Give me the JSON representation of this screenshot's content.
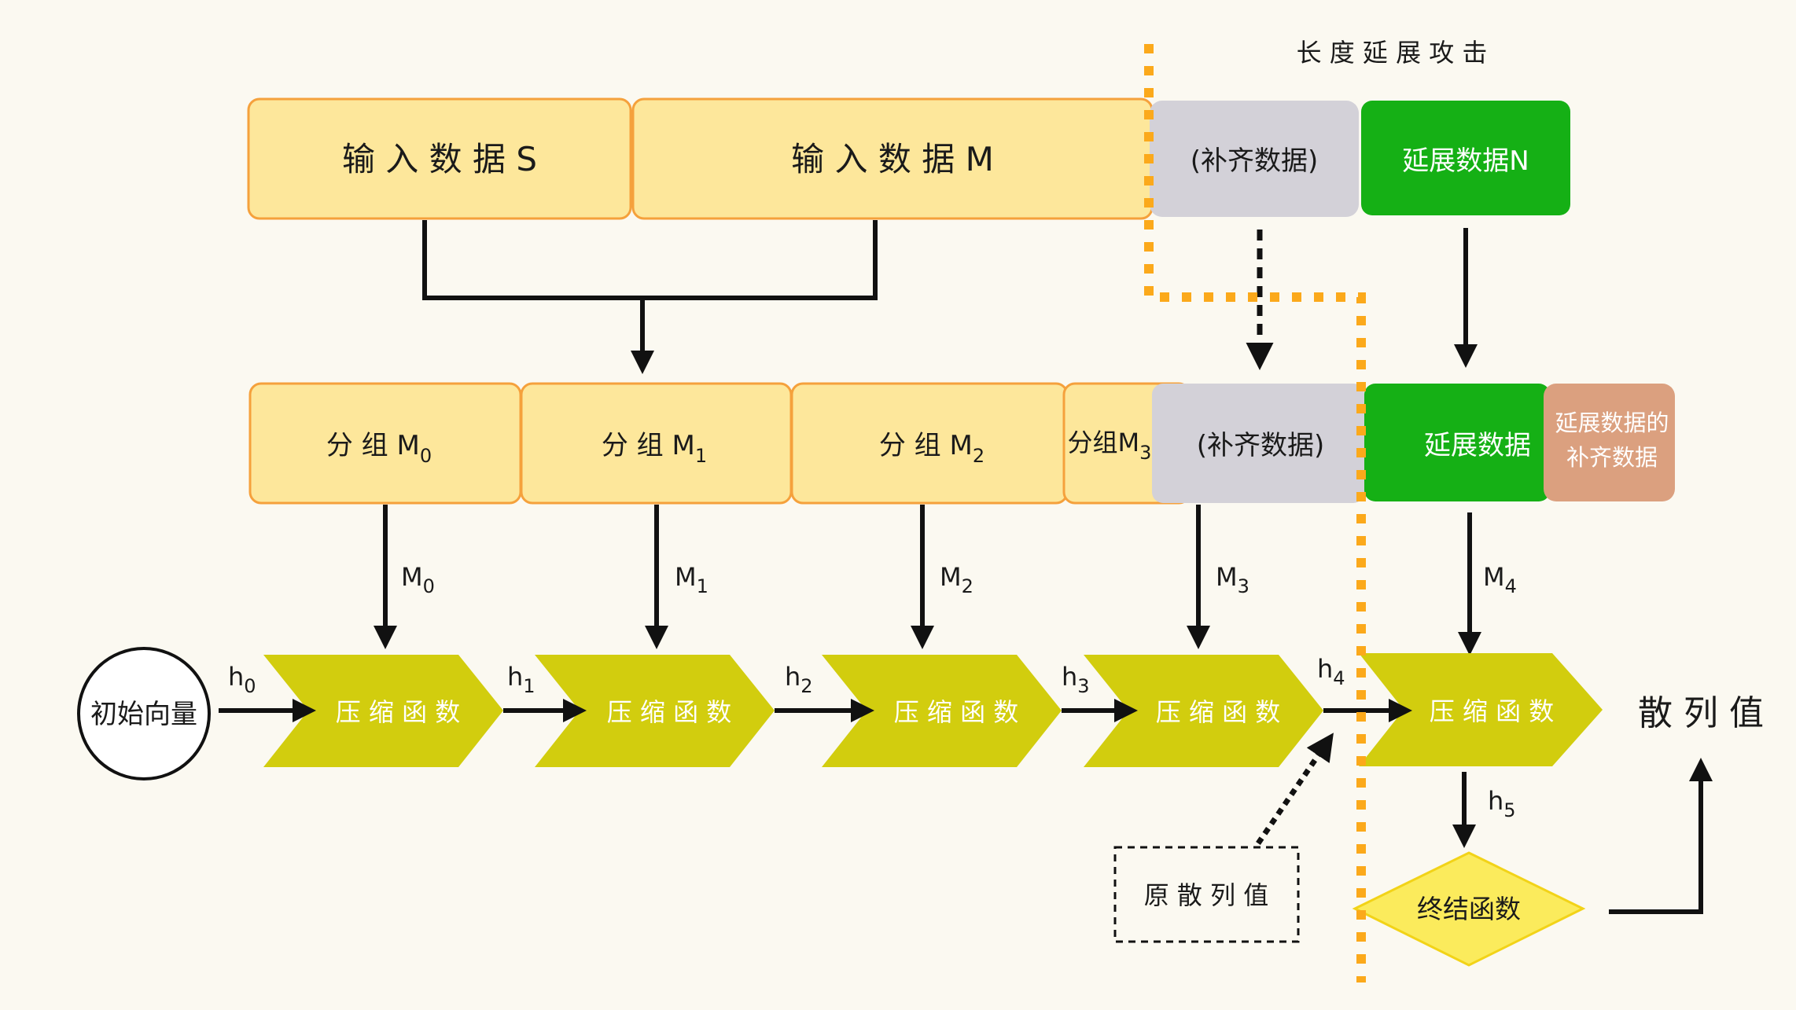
{
  "top_label": "长 度 延 展 攻 击",
  "input_row": {
    "s": "输 入 数 据 S",
    "m": "输 入 数 据 M",
    "pad": "(补齐数据)",
    "ext": "延展数据N"
  },
  "group_row": {
    "g0": {
      "base": "分 组 M",
      "sub": "0"
    },
    "g1": {
      "base": "分 组 M",
      "sub": "1"
    },
    "g2": {
      "base": "分 组 M",
      "sub": "2"
    },
    "g3": {
      "base": "分组M",
      "sub": "3"
    },
    "pad": "(补齐数据)",
    "ext": "延展数据",
    "ext_pad_line1": "延展数据的",
    "ext_pad_line2": "补齐数据"
  },
  "m_labels": [
    {
      "base": "M",
      "sub": "0"
    },
    {
      "base": "M",
      "sub": "1"
    },
    {
      "base": "M",
      "sub": "2"
    },
    {
      "base": "M",
      "sub": "3"
    },
    {
      "base": "M",
      "sub": "4"
    }
  ],
  "h_labels": [
    {
      "base": "h",
      "sub": "0"
    },
    {
      "base": "h",
      "sub": "1"
    },
    {
      "base": "h",
      "sub": "2"
    },
    {
      "base": "h",
      "sub": "3"
    },
    {
      "base": "h",
      "sub": "4"
    },
    {
      "base": "h",
      "sub": "5"
    }
  ],
  "init_vector": "初始向量",
  "compress_fn": "压 缩 函 数",
  "final_fn": "终结函数",
  "hash_value": "散 列 值",
  "original_hash": "原 散 列 值",
  "colors": {
    "input_fill": "#fde79b",
    "input_border": "#f5a13c",
    "padding_gray": "#d3d1d8",
    "extension_green": "#15b015",
    "extension_padding_salmon": "#dba07f",
    "compress_chevron": "#d2cd0e",
    "final_diamond": "#fbeb5c",
    "attack_boundary_orange": "#fba91b"
  }
}
